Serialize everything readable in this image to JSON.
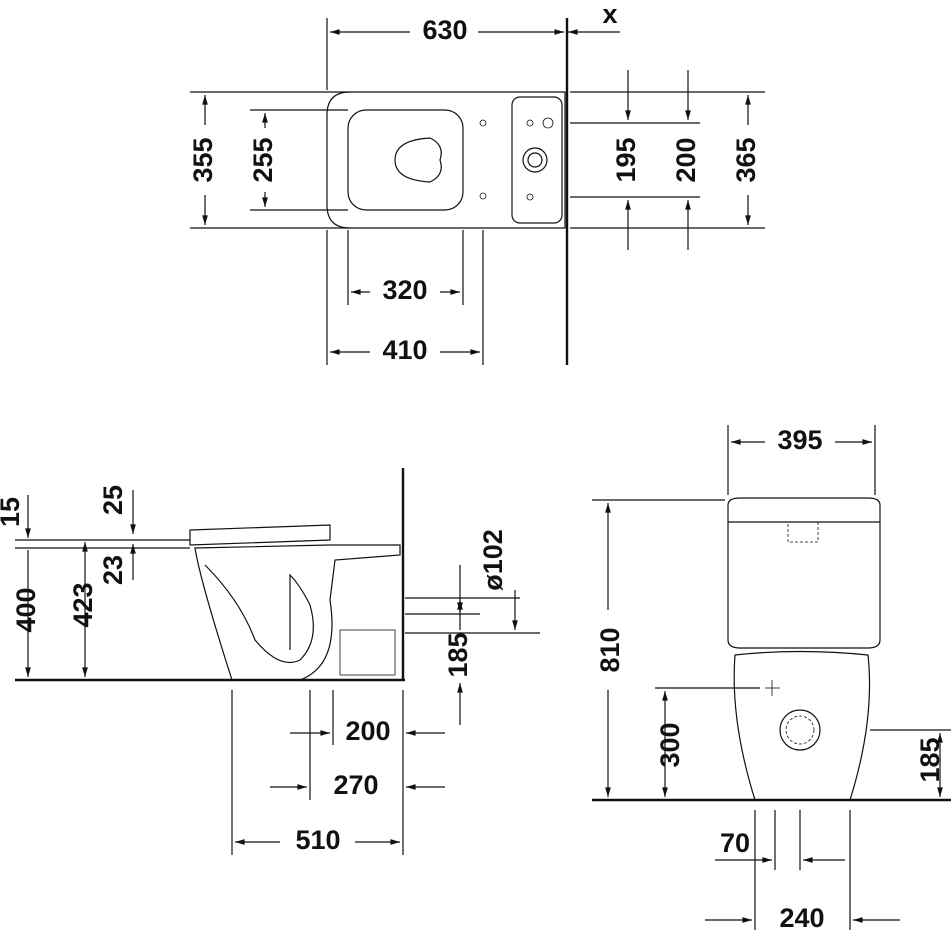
{
  "top_view": {
    "width_630": "630",
    "offset_x": "x",
    "depth_355": "355",
    "inner_255": "255",
    "dim_195": "195",
    "dim_200": "200",
    "dim_365": "365",
    "dim_320": "320",
    "dim_410": "410"
  },
  "side_view": {
    "dim_15": "15",
    "dim_25": "25",
    "dim_23": "23",
    "dim_400": "400",
    "dim_423": "423",
    "outlet_diameter": "ø102",
    "dim_185": "185",
    "dim_200": "200",
    "dim_270": "270",
    "dim_510": "510"
  },
  "front_view": {
    "dim_395": "395",
    "dim_810": "810",
    "dim_300": "300",
    "dim_185": "185",
    "dim_70": "70",
    "dim_240": "240"
  }
}
